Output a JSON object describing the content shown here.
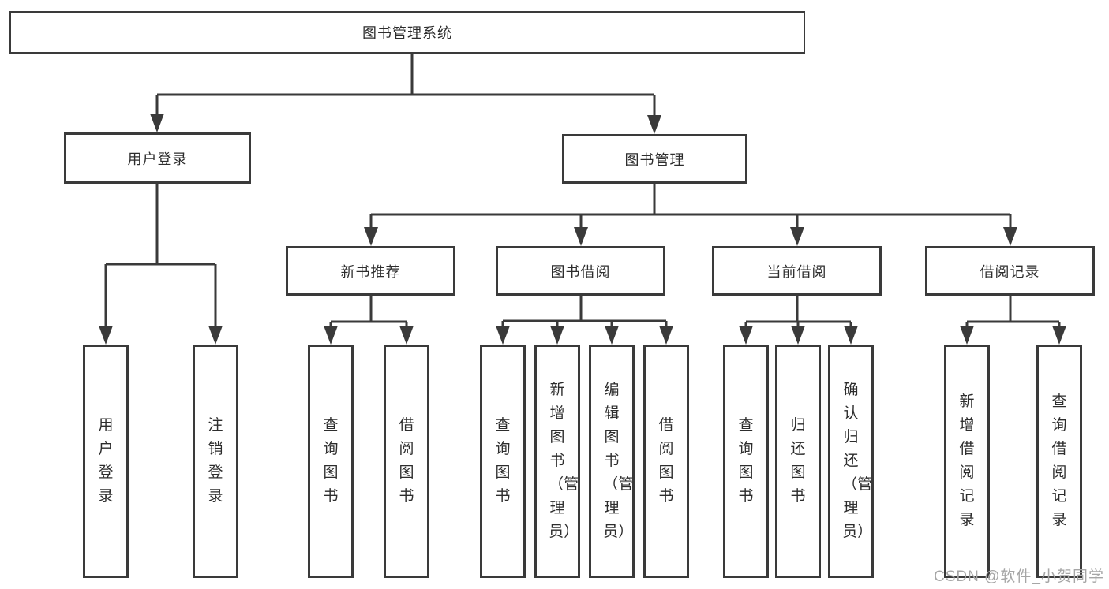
{
  "diagram": {
    "title": "图书管理系统",
    "level2": [
      {
        "label": "用户登录",
        "children": [
          "用户登录",
          "注销登录"
        ]
      },
      {
        "label": "图书管理",
        "children": [
          {
            "label": "新书推荐",
            "children": [
              "查询图书",
              "借阅图书"
            ]
          },
          {
            "label": "图书借阅",
            "children": [
              "查询图书",
              "新增图书（管理员）",
              "编辑图书（管理员）",
              "借阅图书"
            ]
          },
          {
            "label": "当前借阅",
            "children": [
              "查询图书",
              "归还图书",
              "确认归还（管理员）"
            ]
          },
          {
            "label": "借阅记录",
            "children": [
              "新增借阅记录",
              "查询借阅记录"
            ]
          }
        ]
      }
    ]
  },
  "watermark": {
    "text": "CSDN @软件_小贺同学"
  },
  "colors": {
    "line": "#3a3a3a",
    "border": "#3a3a3a",
    "text": "#2d2d2d",
    "watermark": "#a6a6a6",
    "background": "#ffffff"
  }
}
